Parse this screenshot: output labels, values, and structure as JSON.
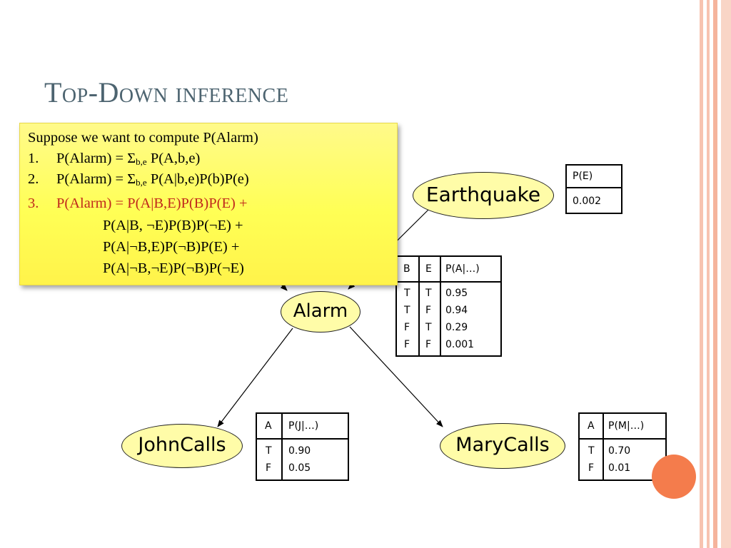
{
  "slide": {
    "title": "Top-Down inference",
    "note": {
      "intro": "Suppose we want to compute P(Alarm)",
      "items": [
        {
          "num": "1.",
          "pre": "P(Alarm) = Σ",
          "sub": "b,e",
          "post": " P(A,b,e)"
        },
        {
          "num": "2.",
          "pre": "P(Alarm) = Σ",
          "sub": "b,e",
          "post": " P(A|b,e)P(b)P(e)"
        },
        {
          "num": "3.",
          "text": "P(Alarm) = P(A|B,E)P(B)P(E) +"
        }
      ],
      "continuation": [
        "P(A|B, ¬E)P(B)P(¬E) +",
        "P(A|¬B,E)P(¬B)P(E)  +",
        "P(A|¬B,¬E)P(¬B)P(¬E)"
      ]
    },
    "nodes": {
      "earthquake": "Earthquake",
      "alarm": "Alarm",
      "johncalls": "JohnCalls",
      "marycalls": "MaryCalls"
    },
    "cpt_e": {
      "header": "P(E)",
      "value": "0.002"
    },
    "cpt_a": {
      "headers": [
        "B",
        "E",
        "P(A|…)"
      ],
      "col_b": "T\nT\nF\nF",
      "col_e": "T\nF\nT\nF",
      "col_p": "0.95\n0.94\n0.29\n0.001"
    },
    "cpt_j": {
      "headers": [
        "A",
        "P(J|…)"
      ],
      "col_a": "T\nF",
      "col_p": "0.90\n0.05"
    },
    "cpt_m": {
      "headers": [
        "A",
        "P(M|…)"
      ],
      "col_a": "T\nF",
      "col_p": "0.70\n0.01"
    },
    "colors": {
      "note_text_red": "#c0281c",
      "node_fill": "#fffca8",
      "title": "#4d6470",
      "accent_orange": "#f47c4c"
    }
  }
}
